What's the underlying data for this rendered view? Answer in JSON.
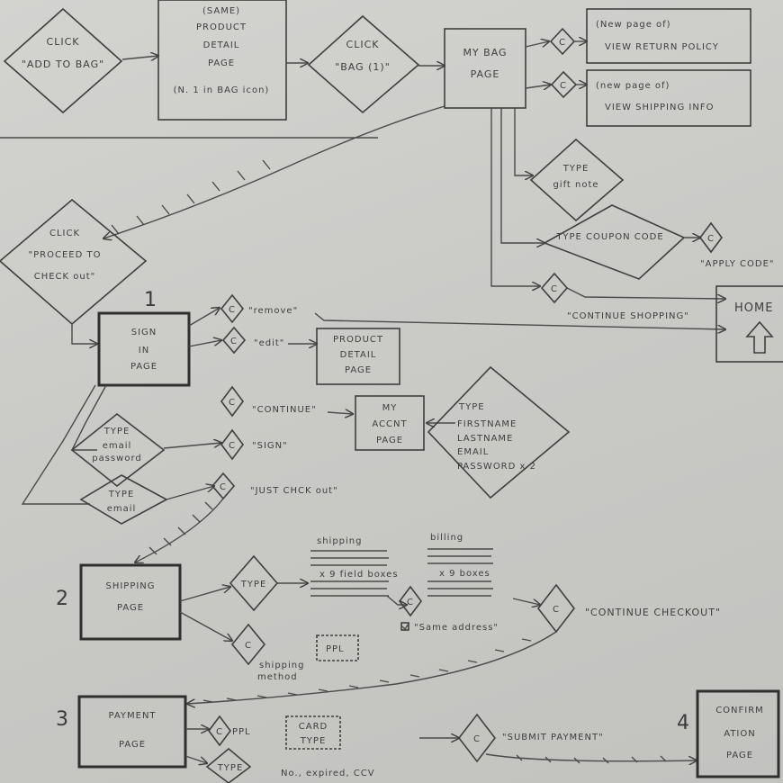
{
  "nodes": {
    "click_add_to_bag": [
      "CLICK",
      "\"ADD TO BAG\""
    ],
    "product_detail_top": [
      "(SAME)",
      "PRODUCT",
      "DETAIL",
      "PAGE",
      "(N. 1 in BAG icon)"
    ],
    "click_bag": [
      "CLICK",
      "\"BAG (1)\""
    ],
    "my_bag_page": [
      "MY BAG",
      "PAGE"
    ],
    "view_return_policy": [
      "(New page of)",
      "VIEW RETURN POLICY"
    ],
    "view_shipping_info": [
      "(new page of)",
      "VIEW SHIPPING INFO"
    ],
    "type_gift_note": [
      "TYPE",
      "gift note"
    ],
    "type_coupon_code": "TYPE COUPON CODE",
    "apply_code": "\"APPLY CODE\"",
    "continue_shopping": "\"CONTINUE SHOPPING\"",
    "home": "HOME",
    "click_proceed": [
      "CLICK",
      "\"PROCEED TO",
      "CHECK out\""
    ],
    "sign_in_page": [
      "SIGN",
      "IN",
      "PAGE"
    ],
    "remove": "\"remove\"",
    "edit": "\"edit\"",
    "product_detail_page": [
      "PRODUCT",
      "DETAIL",
      "PAGE"
    ],
    "continue_btn": "\"CONTINUE\"",
    "my_accnt_page": [
      "MY",
      "ACCNT",
      "PAGE"
    ],
    "type_account_fields": [
      "TYPE",
      "FIRSTNAME",
      "LASTNAME",
      "EMAIL",
      "PASSWORD x 2"
    ],
    "type_email_password": [
      "TYPE",
      "email",
      "password"
    ],
    "sign_in_btn": "\"SIGN\"",
    "type_email": [
      "TYPE",
      "email"
    ],
    "just_check_out": "\"JUST CHCK out\"",
    "shipping_page": [
      "SHIPPING",
      "PAGE"
    ],
    "type_shipping": "TYPE",
    "shipping_fields_label": "shipping",
    "shipping_fields_count": "x 9 field boxes",
    "billing_fields_label": "billing",
    "billing_fields_count": "x 9 boxes",
    "same_address": "\"Same address\"",
    "continue_checkout": "\"CONTINUE CHECKOUT\"",
    "shipping_method": [
      "shipping",
      "method"
    ],
    "ppl_top": "PPL",
    "payment_page": [
      "PAYMENT",
      "PAGE"
    ],
    "ppl_option": "PPL",
    "type_option": "TYPE",
    "card_type": [
      "CARD",
      "TYPE"
    ],
    "card_fields": "No., expired, CCV",
    "submit_payment": "\"SUBMIT PAYMENT\"",
    "confirmation_page": [
      "CONFIRM",
      "ATION",
      "PAGE"
    ],
    "c": "C"
  },
  "steps": [
    "1",
    "2",
    "3",
    "4"
  ]
}
